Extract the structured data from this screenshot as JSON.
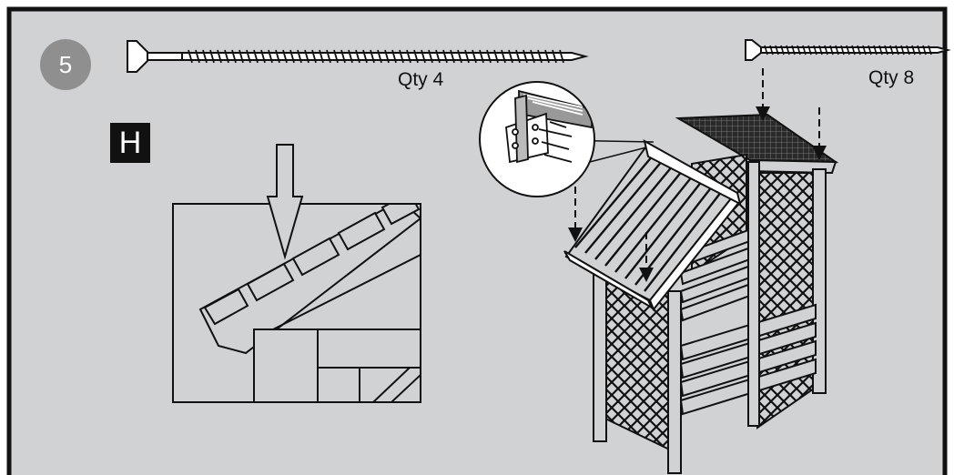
{
  "step": {
    "number": "5"
  },
  "part": {
    "letter": "H"
  },
  "screws": {
    "long": {
      "qty_label": "Qty 4"
    },
    "short": {
      "qty_label": "Qty 8"
    }
  },
  "colors": {
    "panel_bg": "#d1d2d4",
    "outline": "#111111",
    "badge": "#8f8f8f",
    "part_letter_bg": "#111111"
  },
  "icons": [
    "long-screw-icon",
    "short-screw-icon",
    "down-arrow-icon",
    "dashed-arrow-icon"
  ]
}
